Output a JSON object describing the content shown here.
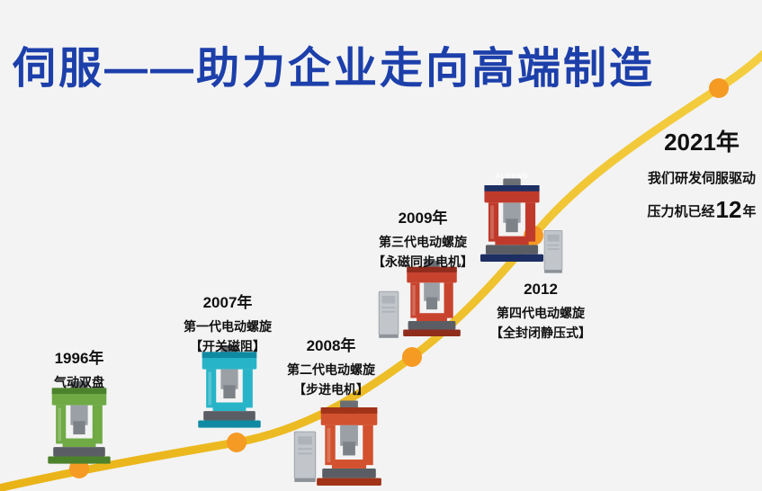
{
  "title": "伺服——助力企业走向高端制造",
  "milestones": [
    {
      "year": "1996年",
      "lines": [
        "气动双盘"
      ],
      "machine": {
        "name": "green-pneumatic-press",
        "body": "#6faa45",
        "accent": "#4d822c"
      }
    },
    {
      "year": "2007年",
      "lines": [
        "第一代电动螺旋",
        "【开关磁阻】"
      ],
      "machine": {
        "name": "cyan-electric-screw-press",
        "body": "#28b4c8",
        "accent": "#0e8aa2"
      }
    },
    {
      "year": "2008年",
      "lines": [
        "第二代电动螺旋",
        "【步进电机】"
      ],
      "machine": {
        "name": "red-electric-screw-press",
        "body": "#d2512e",
        "accent": "#a03318"
      }
    },
    {
      "year": "2009年",
      "lines": [
        "第三代电动螺旋",
        "【永磁同步电机】"
      ],
      "machine": {
        "name": "red-pm-synchronous-press",
        "body": "#c8432e",
        "accent": "#8f2c1c"
      }
    },
    {
      "year": "2012",
      "lines": [
        "第四代电动螺旋",
        "【全封闭静压式】"
      ],
      "machine": {
        "name": "servo-enclosed-press",
        "body": "#c03a2b",
        "accent": "#1d2f63",
        "brand": "ALOONG"
      }
    }
  ],
  "final": {
    "year": "2021年",
    "line1": "我们研发伺服驱动",
    "line2_prefix": "压力机已经",
    "line2_number": "12",
    "line2_suffix": "年"
  },
  "colors": {
    "title_blue": "#1c3faa",
    "curve_gold": "#eebd1f",
    "curve_gold_light": "#f4cf43",
    "dot_orange": "#f59a23",
    "background": "#f3f3f3",
    "text": "#111111"
  }
}
